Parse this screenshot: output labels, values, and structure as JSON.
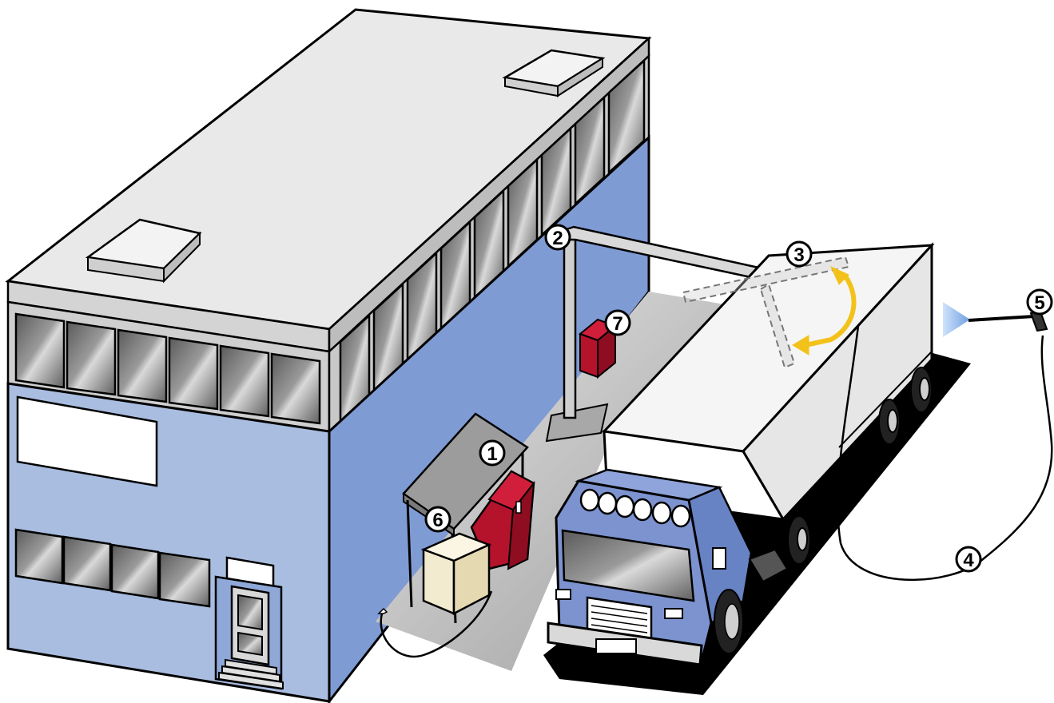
{
  "callouts": [
    {
      "id": "1",
      "label": "1"
    },
    {
      "id": "2",
      "label": "2"
    },
    {
      "id": "3",
      "label": "3"
    },
    {
      "id": "4",
      "label": "4"
    },
    {
      "id": "5",
      "label": "5"
    },
    {
      "id": "6",
      "label": "6"
    },
    {
      "id": "7",
      "label": "7"
    }
  ],
  "colors": {
    "wall_front": "#a9bde0",
    "wall_side": "#7f9bd4",
    "roof": "#e8e8e8",
    "parapet": "#d6d6d6",
    "window": "#6f6f6f",
    "truck_cab": "#7c93cf",
    "trailer": "#f2f2f2",
    "unit_red": "#b5122b",
    "tank_cream": "#f3ebcf",
    "arrow_yellow": "#f3c21a",
    "spray_blue": "#8fb8e8"
  }
}
